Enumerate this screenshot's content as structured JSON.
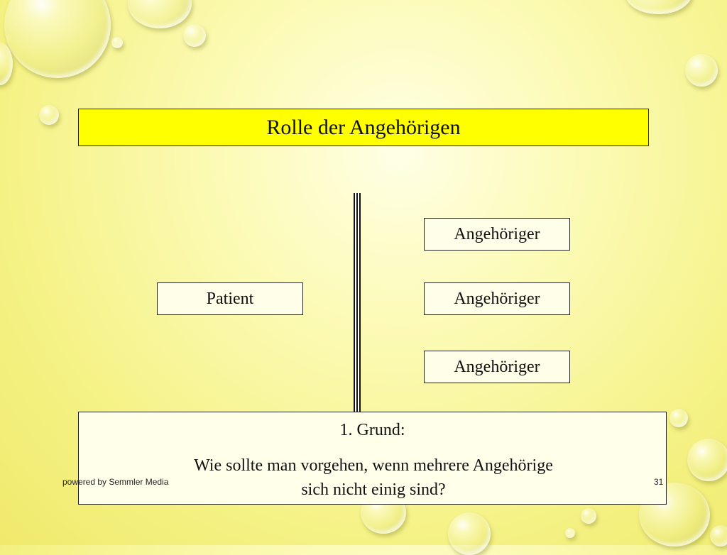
{
  "slide": {
    "title": "Rolle der Angehörigen",
    "patient_label": "Patient",
    "relatives": [
      "Angehöriger",
      "Angehöriger",
      "Angehöriger"
    ],
    "question_heading": "1. Grund:",
    "question_line1": "Wie sollte man vorgehen, wenn mehrere Angehörige",
    "question_line2": "sich nicht einig sind?",
    "footer_left": "powered by Semmler Media",
    "page_number": "31"
  },
  "colors": {
    "background": "#f5f285",
    "title_box": "#ffff00",
    "box_fill": "#ffffe9",
    "border": "#222222"
  }
}
